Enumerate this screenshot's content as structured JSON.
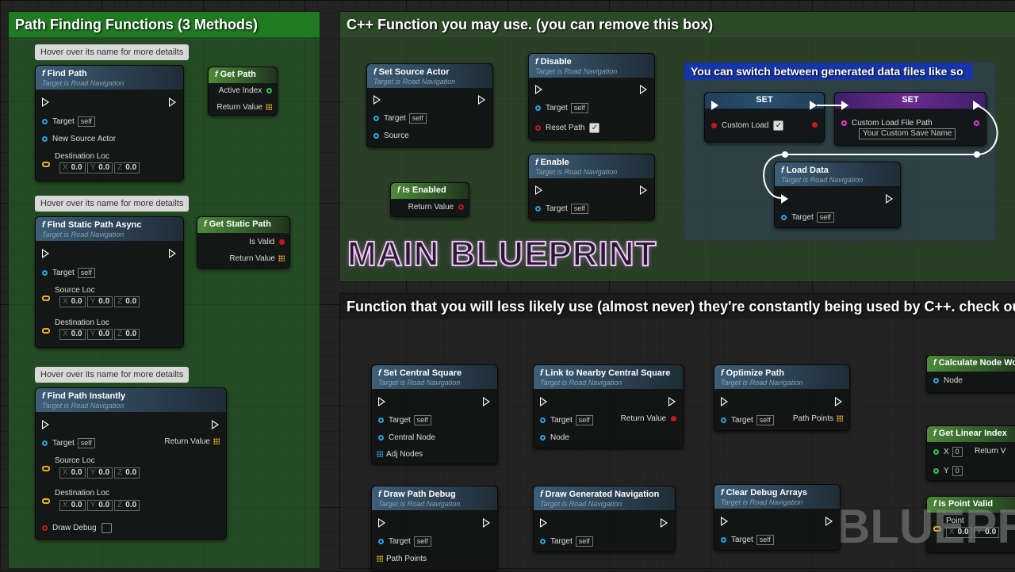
{
  "comments": {
    "left_title": "Path Finding Functions (3 Methods)",
    "cpp_title": "C++ Function you may use. (you can remove this box)",
    "switch_title": "You can switch between generated data files like so",
    "less_title": "Function that you will less likely use (almost never) they're constantly being used by C++. check out t"
  },
  "hints": {
    "hint1": "Hover over its name for more detailts",
    "hint2": "Hover over its name for more detailts",
    "hint3": "Hover over its name for more detailts"
  },
  "common": {
    "target_label": "Target",
    "self": "self",
    "subtitle": "Target is Road Navigation",
    "return_value": "Return Value",
    "x": "X",
    "y": "Y",
    "z": "Z",
    "zero": "0.0"
  },
  "nodes": {
    "find_path": {
      "title": "Find Path",
      "new_source": "New Source Actor",
      "dest": "Destination Loc"
    },
    "get_path": {
      "title": "Get Path",
      "active_index": "Active Index"
    },
    "find_static": {
      "title": "Find Static Path Async",
      "source_loc": "Source Loc",
      "dest": "Destination Loc"
    },
    "get_static": {
      "title": "Get Static Path",
      "is_valid": "Is Valid"
    },
    "find_instantly": {
      "title": "Find Path Instantly",
      "source_loc": "Source Loc",
      "dest": "Destination Loc",
      "draw_debug": "Draw Debug"
    },
    "set_source": {
      "title": "Set Source Actor",
      "source": "Source"
    },
    "disable": {
      "title": "Disable",
      "reset_path": "Reset Path"
    },
    "enable": {
      "title": "Enable"
    },
    "is_enabled": {
      "title": "Is Enabled"
    },
    "set1": {
      "title": "SET",
      "custom_load": "Custom Load"
    },
    "set2": {
      "title": "SET",
      "path_label": "Custom Load File Path",
      "path_value": "Your Custom Save Name"
    },
    "load_data": {
      "title": "Load Data"
    },
    "set_central": {
      "title": "Set Central Square",
      "central": "Central Node",
      "adj": "Adj Nodes"
    },
    "link_nearby": {
      "title": "Link to Nearby Central Square",
      "node": "Node"
    },
    "optimize": {
      "title": "Optimize Path",
      "path_points": "Path Points"
    },
    "calc_node": {
      "title": "Calculate Node Wo",
      "node": "Node"
    },
    "get_linear": {
      "title": "Get Linear Index",
      "x": "X",
      "y": "Y",
      "val": "0",
      "ret": "Return V"
    },
    "is_point_valid": {
      "title": "Is Point Valid",
      "point": "Point"
    },
    "draw_path": {
      "title": "Draw Path Debug",
      "path_points": "Path Points"
    },
    "draw_gen": {
      "title": "Draw Generated Navigation"
    },
    "clear_debug": {
      "title": "Clear Debug Arrays"
    }
  },
  "overlay": {
    "main_blueprint": "MAIN BLUEPRINT",
    "watermark": "BLUEPRI"
  },
  "colors": {
    "exec": "#ffffff",
    "object_pin": "#2aa3e0",
    "bool_pin": "#c21b1b",
    "struct_pin": "#e8b020",
    "string_pin": "#e23bd0"
  }
}
